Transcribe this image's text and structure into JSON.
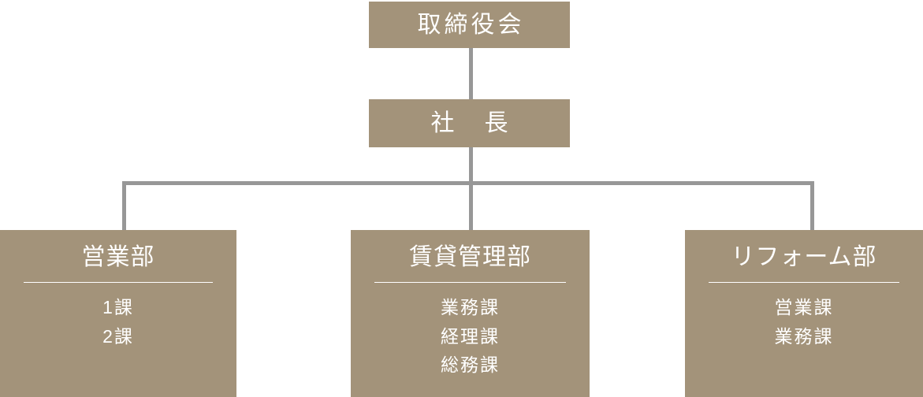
{
  "org_chart": {
    "board": {
      "label": "取締役会"
    },
    "president": {
      "label": "社　長"
    },
    "departments": [
      {
        "title": "営業部",
        "sections": [
          "1課",
          "2課"
        ]
      },
      {
        "title": "賃貸管理部",
        "sections": [
          "業務課",
          "経理課",
          "総務課"
        ]
      },
      {
        "title": "リフォーム部",
        "sections": [
          "営業課",
          "業務課"
        ]
      }
    ],
    "colors": {
      "box_background": "#a3937a",
      "connector_line": "#979797",
      "box_text": "#ffffff"
    }
  }
}
